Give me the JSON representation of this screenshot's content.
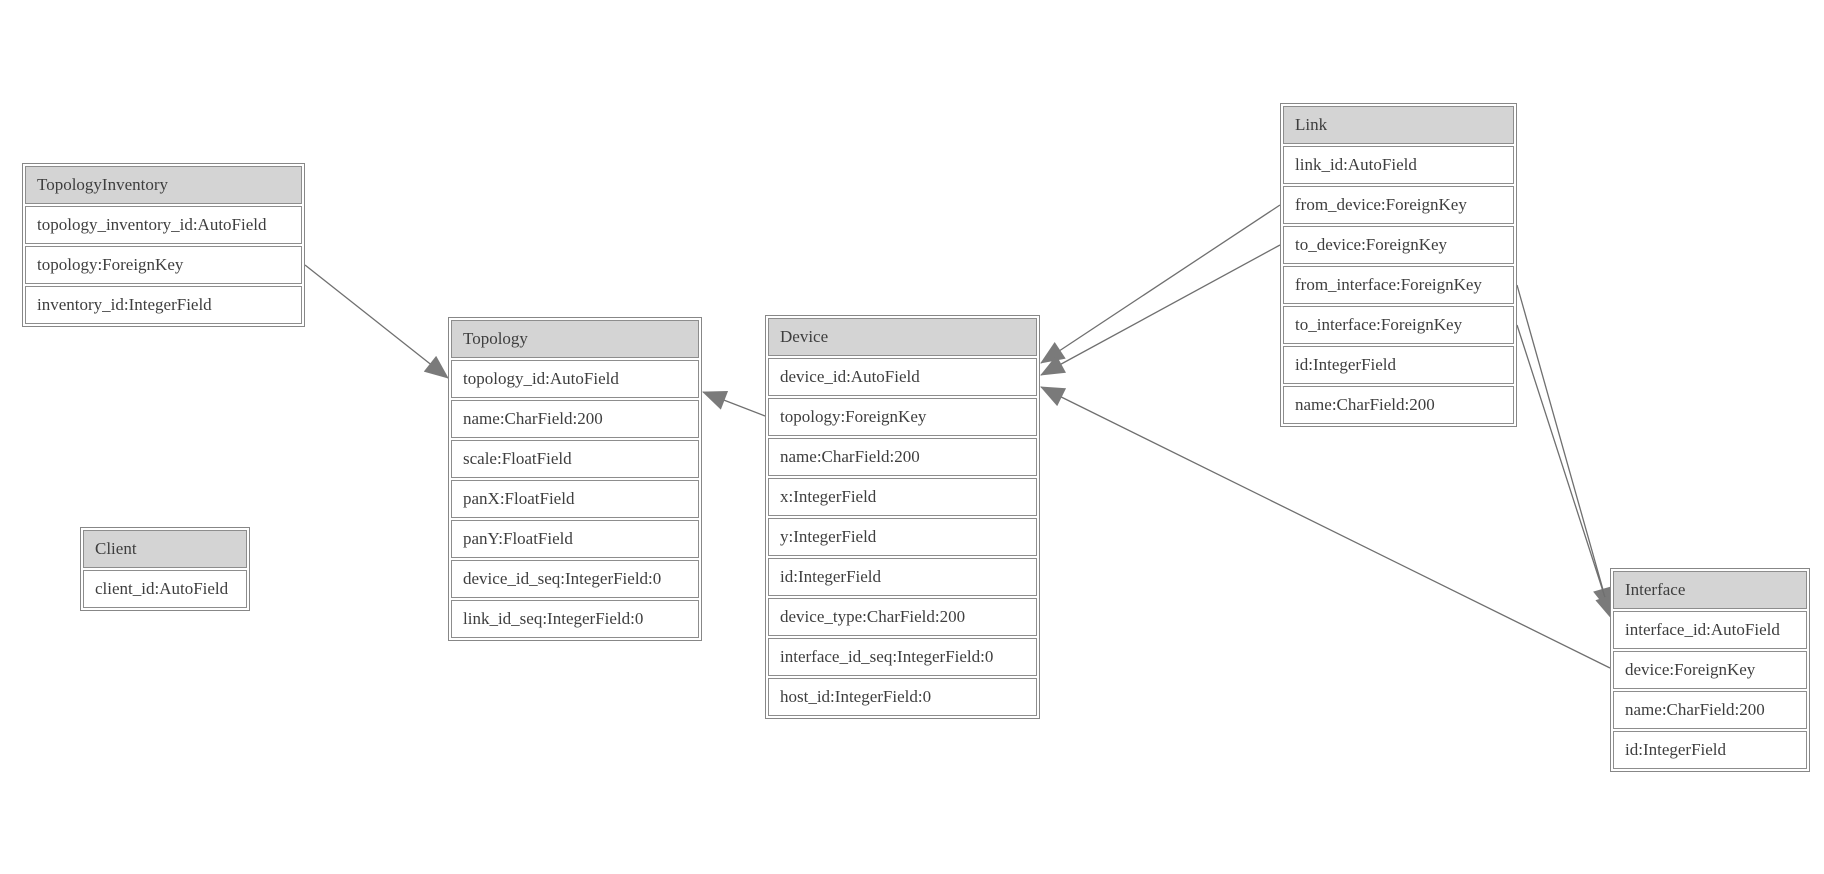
{
  "diagram": {
    "colors": {
      "header_bg": "#d4d4d4",
      "row_bg": "#ffffff",
      "border": "#878787",
      "text": "#3e3e3e",
      "line": "#6f6f6f",
      "arrow": "#7a7a7a"
    },
    "entities": [
      {
        "title": "TopologyInventory",
        "fields": [
          "topology_inventory_id:AutoField",
          "topology:ForeignKey",
          "inventory_id:IntegerField"
        ]
      },
      {
        "title": "Topology",
        "fields": [
          "topology_id:AutoField",
          "name:CharField:200",
          "scale:FloatField",
          "panX:FloatField",
          "panY:FloatField",
          "device_id_seq:IntegerField:0",
          "link_id_seq:IntegerField:0"
        ]
      },
      {
        "title": "Client",
        "fields": [
          "client_id:AutoField"
        ]
      },
      {
        "title": "Device",
        "fields": [
          "device_id:AutoField",
          "topology:ForeignKey",
          "name:CharField:200",
          "x:IntegerField",
          "y:IntegerField",
          "id:IntegerField",
          "device_type:CharField:200",
          "interface_id_seq:IntegerField:0",
          "host_id:IntegerField:0"
        ]
      },
      {
        "title": "Link",
        "fields": [
          "link_id:AutoField",
          "from_device:ForeignKey",
          "to_device:ForeignKey",
          "from_interface:ForeignKey",
          "to_interface:ForeignKey",
          "id:IntegerField",
          "name:CharField:200"
        ]
      },
      {
        "title": "Interface",
        "fields": [
          "interface_id:AutoField",
          "device:ForeignKey",
          "name:CharField:200",
          "id:IntegerField"
        ]
      }
    ],
    "relations": [
      {
        "label": "TopologyInventory.topology -> Topology"
      },
      {
        "label": "Device.topology -> Topology"
      },
      {
        "label": "Link.from_device -> Device"
      },
      {
        "label": "Link.to_device -> Device"
      },
      {
        "label": "Interface.device -> Device"
      },
      {
        "label": "Link.from_interface -> Interface"
      },
      {
        "label": "Link.to_interface -> Interface"
      }
    ]
  }
}
